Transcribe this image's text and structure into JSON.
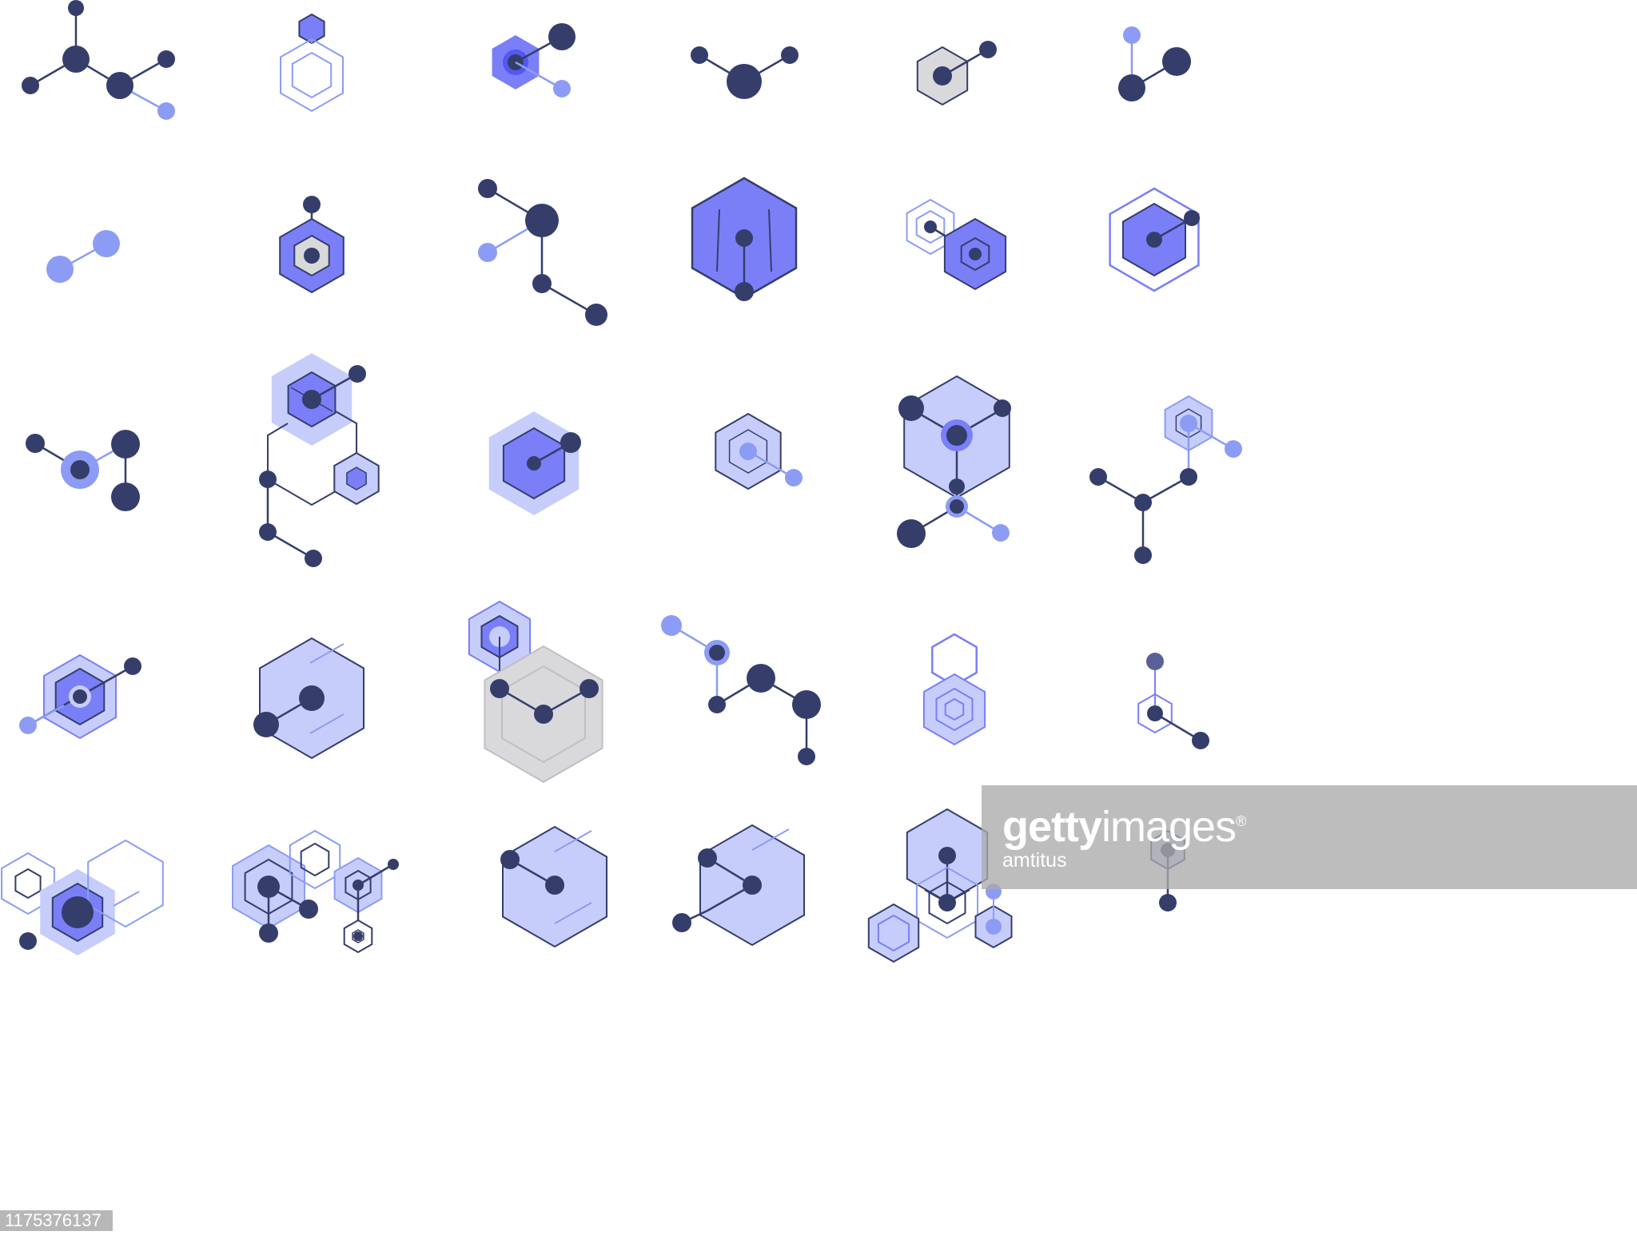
{
  "colors": {
    "dark": "#353d6b",
    "mid": "#7a7ff8",
    "light": "#8c9cf5",
    "pale": "#c7cdfa",
    "gray": "#d9d9db",
    "grayLine": "#bfbfc4",
    "strong": "#5458f0"
  },
  "grid": {
    "rows": 5,
    "columns": 6,
    "count": 30
  },
  "icons": [
    "molecule-branch-icon",
    "hexagon-outline-icon",
    "hexagon-molecule-icon",
    "molecule-v-icon",
    "hexagon-gray-molecule-icon",
    "molecule-right-angle-icon",
    "molecule-pair-icon",
    "hexagon-nested-icon",
    "molecule-chain-icon",
    "hexagon-large-icon",
    "hexagon-double-icon",
    "hexagon-outlined-molecule-icon",
    "molecule-small-icon",
    "hexagon-network-icon",
    "hexagon-filled-molecule-icon",
    "hexagon-target-icon",
    "hexagon-cube-molecule-icon",
    "molecule-tree-icon",
    "hexagon-diagonal-molecule-icon",
    "hexagon-bond-icon",
    "hexagon-gray-complex-icon",
    "molecule-zigzag-icon",
    "hexagon-stack-icon",
    "hexagon-small-stem-icon",
    "hexagon-cluster-icon",
    "hexagon-group-icon",
    "hexagon-pale-molecule-icon",
    "hexagon-pale-branch-icon",
    "hexagon-tower-icon",
    "hexagon-pin-icon"
  ],
  "watermark": {
    "brand_bold": "getty",
    "brand_light": "images",
    "registered": "®",
    "author": "amtitus"
  },
  "stock_id": "1175376137"
}
